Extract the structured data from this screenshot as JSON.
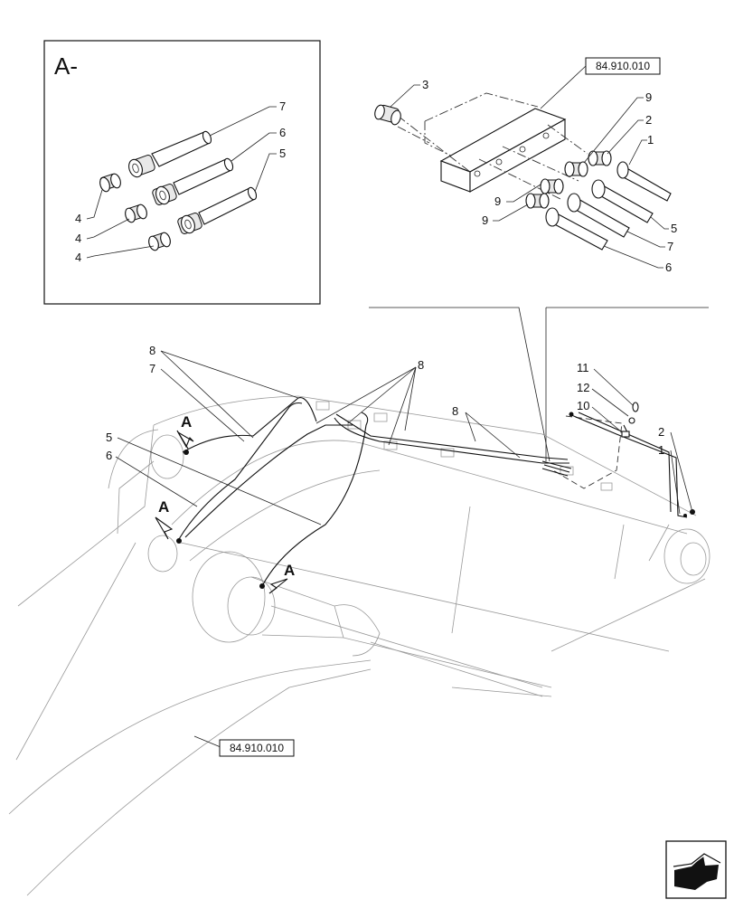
{
  "detail": {
    "title": "A-",
    "callouts": [
      "7",
      "6",
      "5",
      "4",
      "4",
      "4"
    ]
  },
  "references": {
    "top": "84.910.010",
    "bottom": "84.910.010"
  },
  "block_callouts": [
    "3",
    "9",
    "2",
    "1",
    "9",
    "9",
    "5",
    "7",
    "6"
  ],
  "main_callouts": [
    "8",
    "7",
    "8",
    "5",
    "6",
    "8",
    "11",
    "12",
    "10",
    "2",
    "1"
  ],
  "markers": [
    "A",
    "A",
    "A"
  ],
  "nav": {
    "icon": "next-page-arrow-icon"
  }
}
